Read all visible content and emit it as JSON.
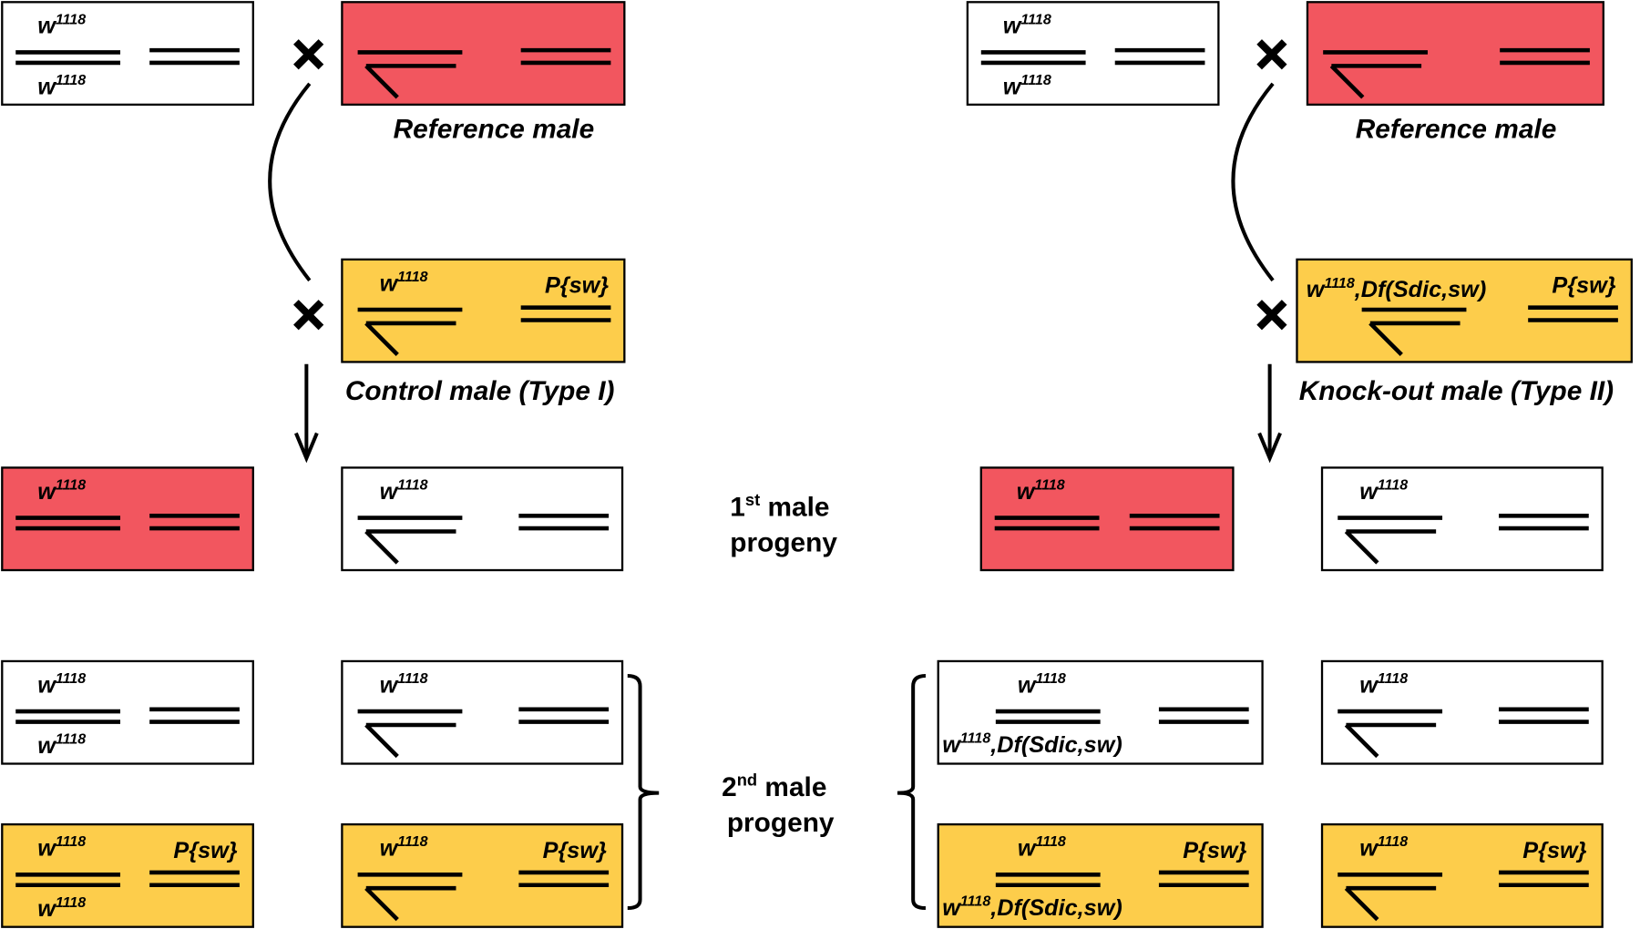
{
  "colors": {
    "reference": "#f2565f",
    "psw": "#fdcd4b",
    "plain": "#ffffff"
  },
  "labels": {
    "reference_male": "Reference male",
    "control_male": "Control male (Type I)",
    "knockout_male": "Knock-out male (Type II)",
    "progeny1_sup": "st",
    "progeny1_num": "1",
    "progeny2_sup": "nd",
    "progeny2_num": "2",
    "male": " male",
    "progeny": "progeny"
  },
  "genotypes": {
    "w": "w",
    "w_sup": "1118",
    "df": ",Df(Sdic,sw)",
    "psw": "P{sw}"
  },
  "panels": [
    {
      "name": "control-cross",
      "female": {
        "color": "plain",
        "type": "female",
        "top": "w1118",
        "bottom": "w1118",
        "right": ""
      },
      "reference": {
        "color": "reference",
        "type": "male",
        "top": "",
        "right": ""
      },
      "test_male": {
        "color": "psw",
        "type": "male",
        "top": "w1118",
        "right": "P{sw}"
      },
      "progeny1": [
        {
          "color": "reference",
          "type": "female",
          "top": "w1118",
          "bottom": "",
          "right": ""
        },
        {
          "color": "plain",
          "type": "male",
          "top": "w1118",
          "right": ""
        }
      ],
      "progeny2": [
        {
          "color": "plain",
          "type": "female",
          "top": "w1118",
          "bottom": "w1118",
          "right": ""
        },
        {
          "color": "plain",
          "type": "male",
          "top": "w1118",
          "right": ""
        },
        {
          "color": "psw",
          "type": "female",
          "top": "w1118",
          "bottom": "w1118",
          "right": "P{sw}"
        },
        {
          "color": "psw",
          "type": "male",
          "top": "w1118",
          "right": "P{sw}"
        }
      ]
    },
    {
      "name": "knockout-cross",
      "female": {
        "color": "plain",
        "type": "female",
        "top": "w1118",
        "bottom": "w1118",
        "right": ""
      },
      "reference": {
        "color": "reference",
        "type": "male",
        "top": "",
        "right": ""
      },
      "test_male": {
        "color": "psw",
        "type": "male",
        "top": "w1118,Df",
        "right": "P{sw}"
      },
      "progeny1": [
        {
          "color": "reference",
          "type": "female",
          "top": "w1118",
          "bottom": "",
          "right": ""
        },
        {
          "color": "plain",
          "type": "male",
          "top": "w1118",
          "right": ""
        }
      ],
      "progeny2": [
        {
          "color": "plain",
          "type": "female",
          "top": "w1118",
          "bottom": "w1118,Df",
          "right": ""
        },
        {
          "color": "plain",
          "type": "male",
          "top": "w1118",
          "right": ""
        },
        {
          "color": "psw",
          "type": "female",
          "top": "w1118",
          "bottom": "w1118,Df",
          "right": "P{sw}"
        },
        {
          "color": "psw",
          "type": "male",
          "top": "w1118",
          "right": "P{sw}"
        }
      ]
    }
  ]
}
